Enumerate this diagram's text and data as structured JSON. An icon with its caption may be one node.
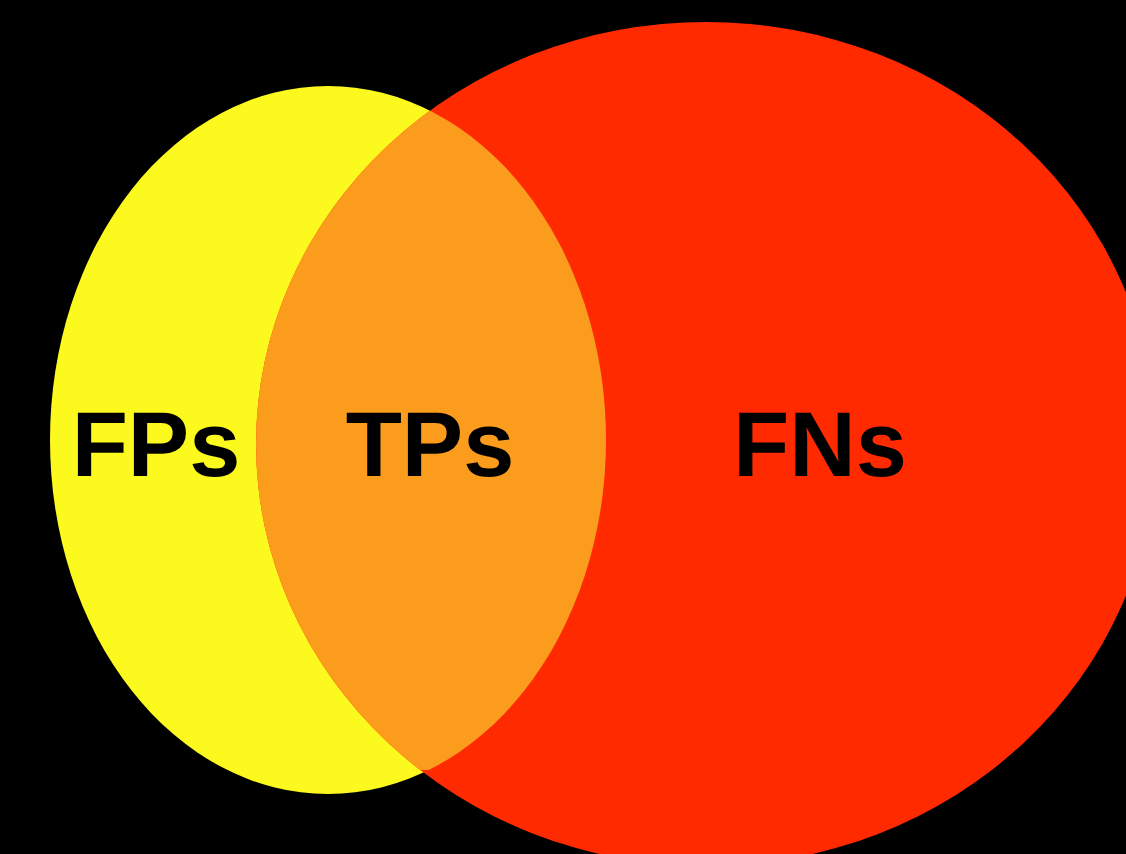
{
  "diagram": {
    "nodes": [
      {
        "text": [
          "FPs"
        ]
      },
      {
        "text": [
          "FNs"
        ]
      }
    ],
    "labels": [
      "TPs"
    ]
  }
}
